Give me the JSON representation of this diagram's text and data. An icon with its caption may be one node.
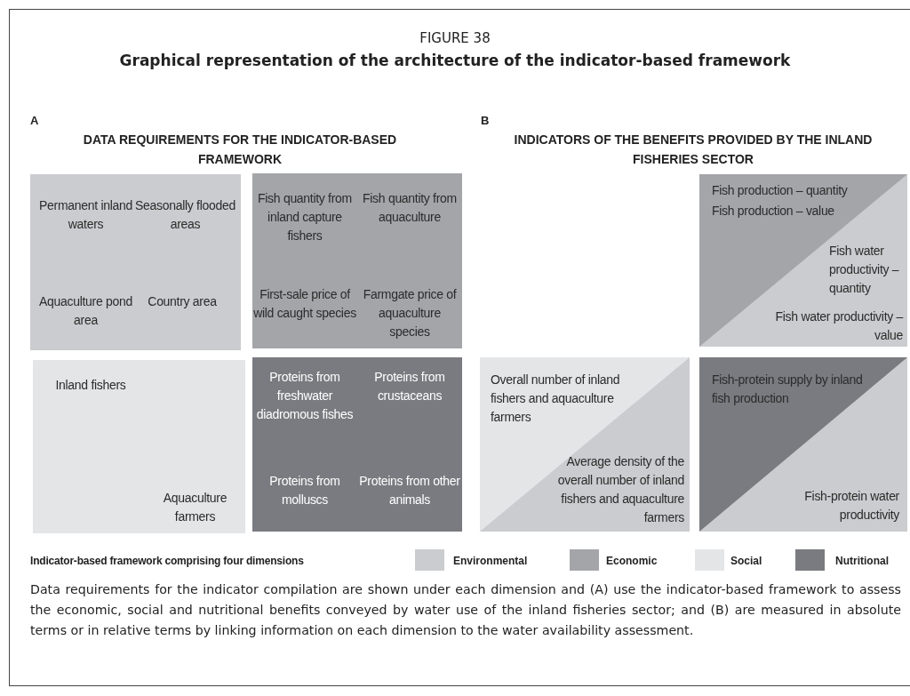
{
  "diagram": {
    "title": "Graphical representation of the architecture of the indicator-based framework",
    "caption": "Data requirements for the indicator compilation are shown under each dimension and (A) use the indicator-based framework to assess the economic, social and nutritional benefits conveyed by water use of the inland fisheries sector; and (B) are measured in absolute terms or in relative terms by linking information on each dimension to the water availability assessment.",
    "nodes": [
      {
        "text": [
          "Permanent inland waters",
          "Seasonally flooded areas",
          "Aquaculture pond area",
          "Country area"
        ]
      },
      {
        "text": [
          "Fish quantity from inland capture fishers",
          "Fish quantity from aquaculture",
          "First-sale price of wild caught species",
          "Farmgate price of aquaculture species"
        ]
      },
      {
        "text": [
          "Inland fishers",
          "Aquaculture farmers"
        ]
      },
      {
        "text": [
          "Proteins from freshwater diadromous fishes",
          "Proteins from crustaceans",
          "Proteins from molluscs",
          "Proteins from other animals"
        ]
      },
      {
        "text": [
          "Fish production – quantity",
          "Fish production – value",
          "Fish water productivity – quantity",
          "Fish water productivity – value"
        ]
      },
      {
        "text": [
          "Overall number of inland fishers and aquaculture farmers",
          "Average density of the overall number of inland fishers and aquaculture farmers"
        ]
      },
      {
        "text": [
          "Fish-protein supply by inland fish production",
          "Fish-protein water productivity"
        ]
      }
    ],
    "labels": [
      "FIGURE 38",
      "A",
      "DATA REQUIREMENTS FOR THE INDICATOR-BASED FRAMEWORK",
      "B",
      "INDICATORS OF THE BENEFITS PROVIDED BY THE INLAND FISHERIES SECTOR",
      "Indicator-based framework comprising four dimensions"
    ],
    "legend": [
      {
        "text": "Environmental",
        "color": "#cbcccf"
      },
      {
        "text": "Economic",
        "color": "#a4a5a9"
      },
      {
        "text": "Social",
        "color": "#e4e5e7"
      },
      {
        "text": "Nutritional",
        "color": "#7a7b80"
      }
    ]
  }
}
